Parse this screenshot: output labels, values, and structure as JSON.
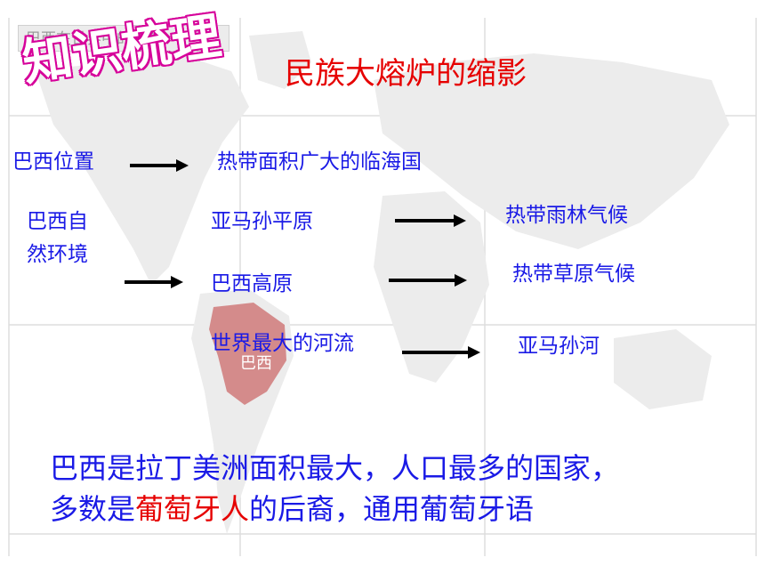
{
  "map_title": "巴西在世界中的位置",
  "map_label": "巴西",
  "heading": "知识梳理",
  "subtitle": "民族大熔炉的缩影",
  "location": {
    "label": "巴西位置",
    "result": "热带面积广大的临海国"
  },
  "environment": {
    "label_line1": "巴西自",
    "label_line2": "然环境",
    "rows": [
      {
        "feature": "亚马孙平原",
        "result": "热带雨林气候"
      },
      {
        "feature": "巴西高原",
        "result": "热带草原气候"
      },
      {
        "feature": "世界最大的河流",
        "result": "亚马孙河"
      }
    ]
  },
  "summary": {
    "line1": "巴西是拉丁美洲面积最大，人口最多的国家，",
    "line2_prefix": "多数是",
    "line2_highlight": "葡萄牙人",
    "line2_suffix": "的后裔，通用葡萄牙语"
  },
  "colors": {
    "text_blue": "#1a1ae6",
    "accent_red": "#e60000",
    "heading_magenta": "#d6009a"
  }
}
